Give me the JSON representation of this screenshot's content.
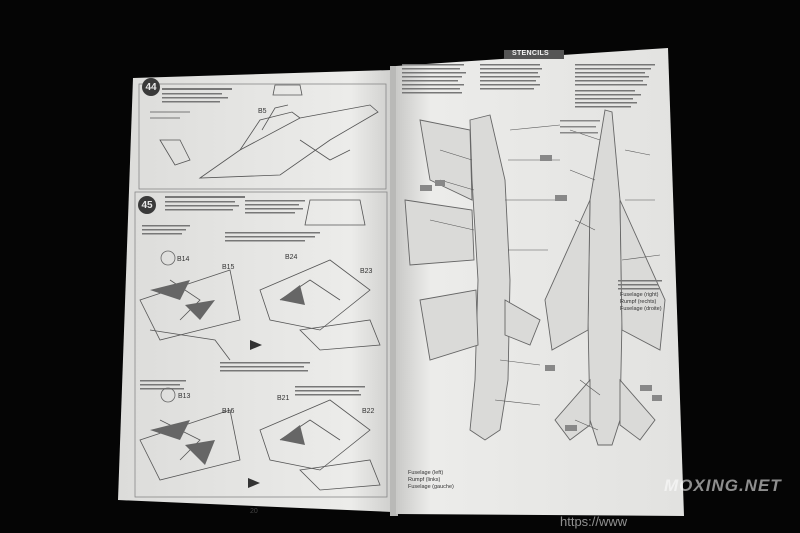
{
  "photo": {
    "subject": "open model-kit instruction booklet on dark background",
    "background_color": "#050505",
    "paper_color": "#e9e9e7"
  },
  "left_page": {
    "steps": [
      {
        "number": "44"
      },
      {
        "number": "45"
      }
    ],
    "part_labels": [
      "B14",
      "B15",
      "B24",
      "B23",
      "B13",
      "B16",
      "B21",
      "B22",
      "B5"
    ],
    "page_number": "20"
  },
  "right_page": {
    "header": "STENCILS",
    "side_view_caption": [
      "Fuselage (left)",
      "Rumpf (links)",
      "Fuselage (gauche)"
    ],
    "top_view_caption": [
      "Fuselage (right)",
      "Rumpf (rechts)",
      "Fuselage (droite)"
    ]
  },
  "watermark": {
    "text": "MOXING.NET",
    "url_fragment": "https://www"
  }
}
